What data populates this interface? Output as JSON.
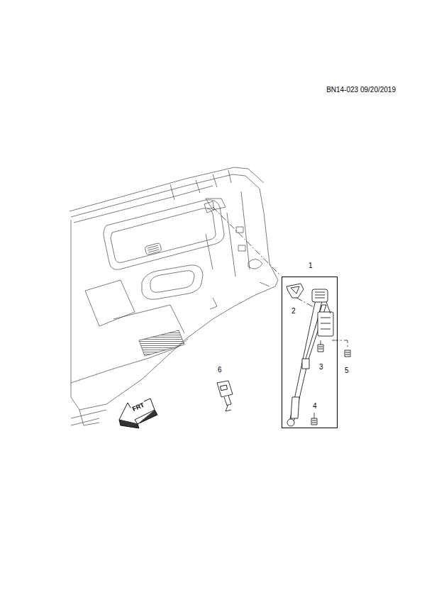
{
  "diagram": {
    "nodes": [
      {
        "text": [
          "1",
          "2",
          "3",
          "4"
        ]
      }
    ],
    "labels": [
      "BN14-023 09/20/2019",
      "5",
      "6",
      "FRT"
    ]
  }
}
